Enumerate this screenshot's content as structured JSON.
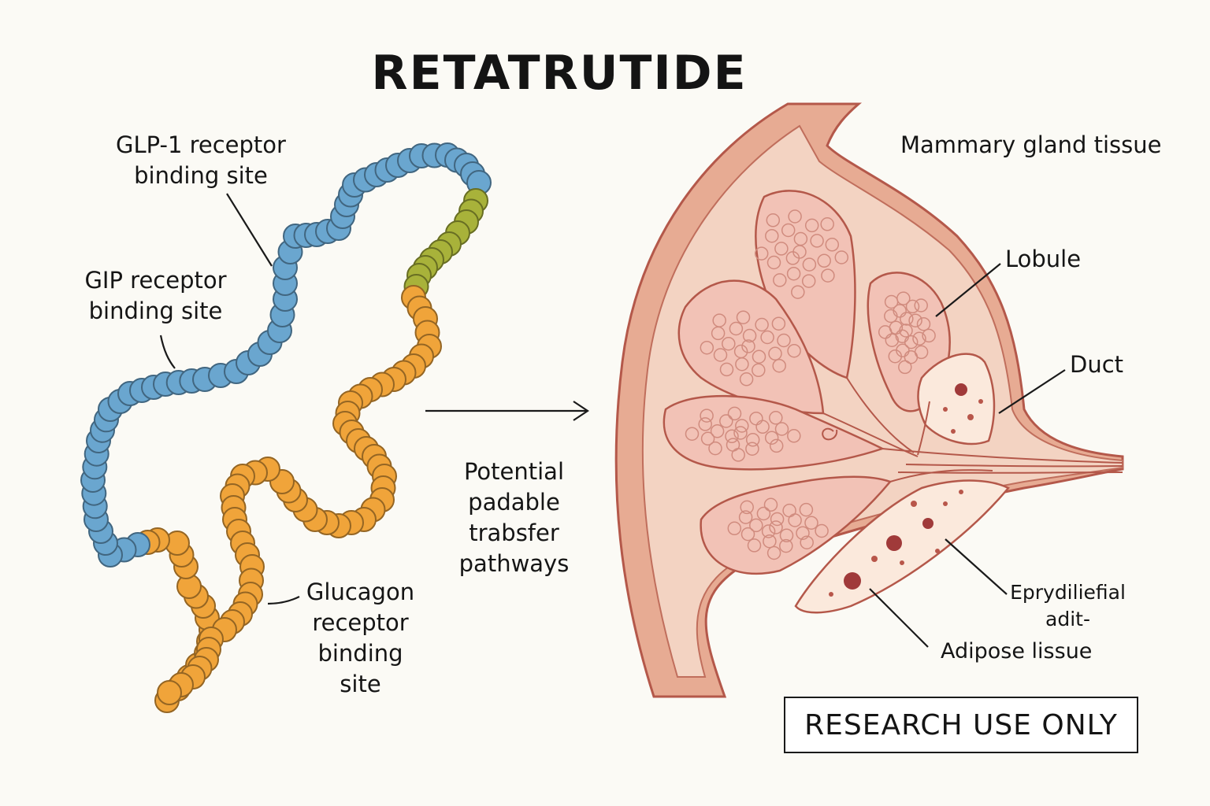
{
  "title": "RETATRUTIDE",
  "labels": {
    "glp1": [
      "GLP-1 receptor",
      "binding site"
    ],
    "gip": [
      "GIP receptor",
      "binding site"
    ],
    "glucagon": [
      "Glucagon",
      "receptor",
      "binding",
      "site"
    ],
    "pathways": [
      "Potential",
      "padable",
      "trabsfer",
      "pathways"
    ],
    "mammary": "Mammary gland tissue",
    "lobule": "Lobule",
    "duct": "Duct",
    "epry": [
      "Eprydiliefial",
      "adit-"
    ],
    "adipose": "Adipose lissue"
  },
  "badge": "RESEARCH USE ONLY",
  "colors": {
    "blue": "#6aa6cf",
    "olive": "#a8b23a",
    "orange": "#f0a43a",
    "tissue": "#eab39c",
    "lobule": "#f2c2b6",
    "outline": "#b4584a"
  }
}
